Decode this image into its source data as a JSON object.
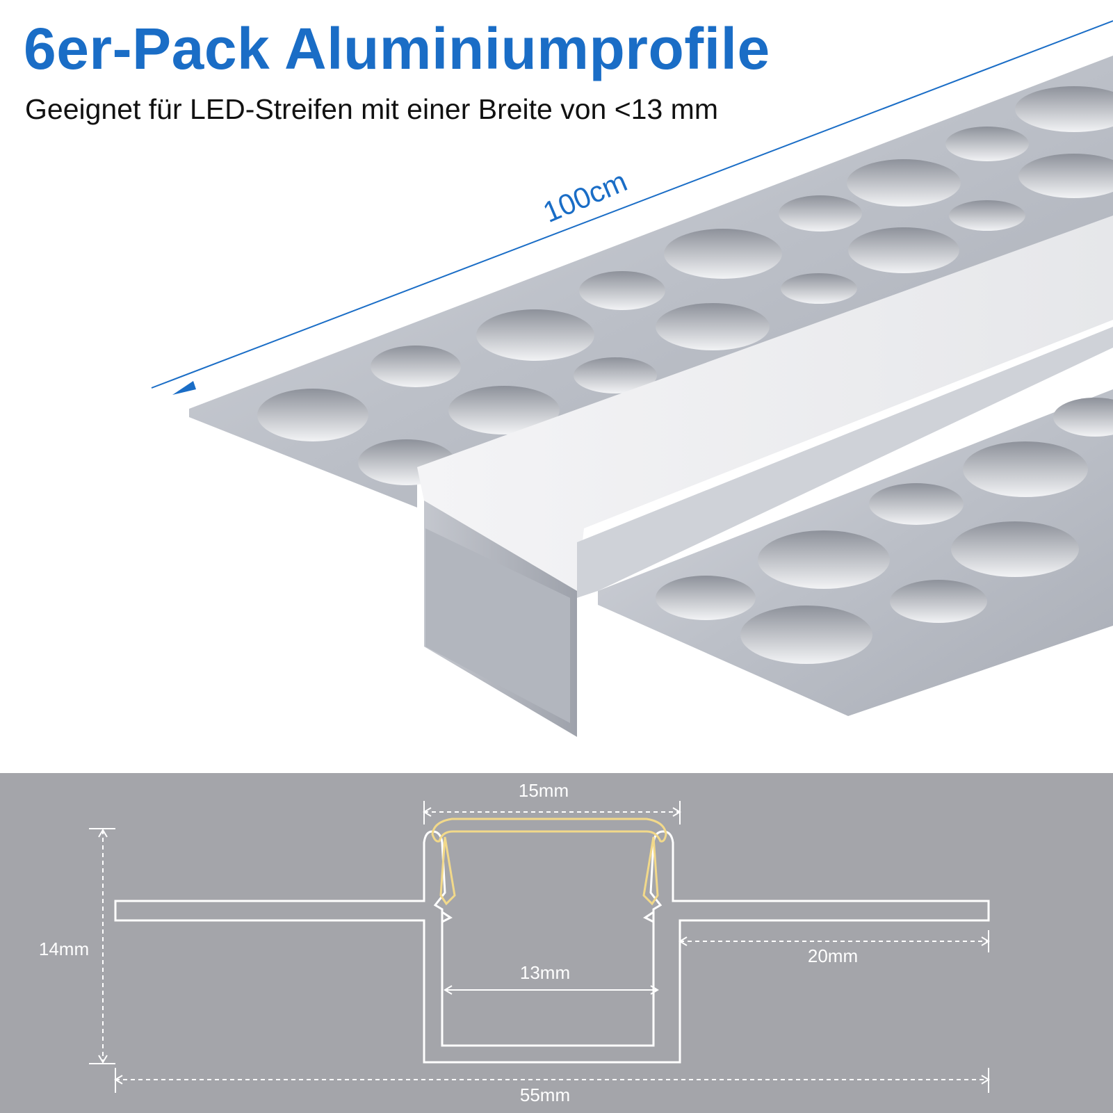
{
  "header": {
    "title": "6er-Pack Aluminiumprofile",
    "subtitle": "Geeignet für LED-Streifen mit einer Breite von <13 mm"
  },
  "product": {
    "length_label": "100cm"
  },
  "diagram": {
    "cover_width": "15mm",
    "height": "14mm",
    "inner_width": "13mm",
    "flange_width": "20mm",
    "total_width": "55mm"
  },
  "colors": {
    "accent": "#1a6dc6",
    "diagram_bg": "#a4a5aa",
    "diffuser": "#f2d98a",
    "line": "#ffffff"
  }
}
